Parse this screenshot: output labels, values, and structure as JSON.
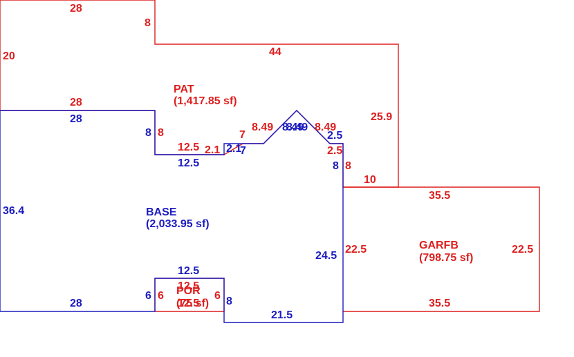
{
  "colors": {
    "red": "#dd1f1f",
    "blue": "#1c1cbf",
    "background": "#ffffff"
  },
  "areas": {
    "pat": {
      "name": "PAT",
      "area": "(1,417.85 sf)"
    },
    "base": {
      "name": "BASE",
      "area": "(2,033.95 sf)"
    },
    "garfb": {
      "name": "GARFB",
      "area": "(798.75 sf)"
    },
    "por": {
      "name": "POR",
      "area": "(75 sf)"
    }
  },
  "dimensions": {
    "pat": [
      "28",
      "8",
      "20",
      "44",
      "28",
      "25.9",
      "8",
      "12.5",
      "2.1",
      "7",
      "8.49",
      "8.49",
      "2.5",
      "8",
      "10"
    ],
    "base": [
      "28",
      "8",
      "12.5",
      "2.1",
      "7",
      "8.49",
      "8.49",
      "2.5",
      "8",
      "24.5",
      "21.5",
      "8",
      "6",
      "28",
      "36.4",
      "12.5"
    ],
    "garfb": [
      "35.5",
      "22.5",
      "35.5",
      "22.5"
    ],
    "por": [
      "12.5",
      "6",
      "6",
      "12.5"
    ]
  }
}
